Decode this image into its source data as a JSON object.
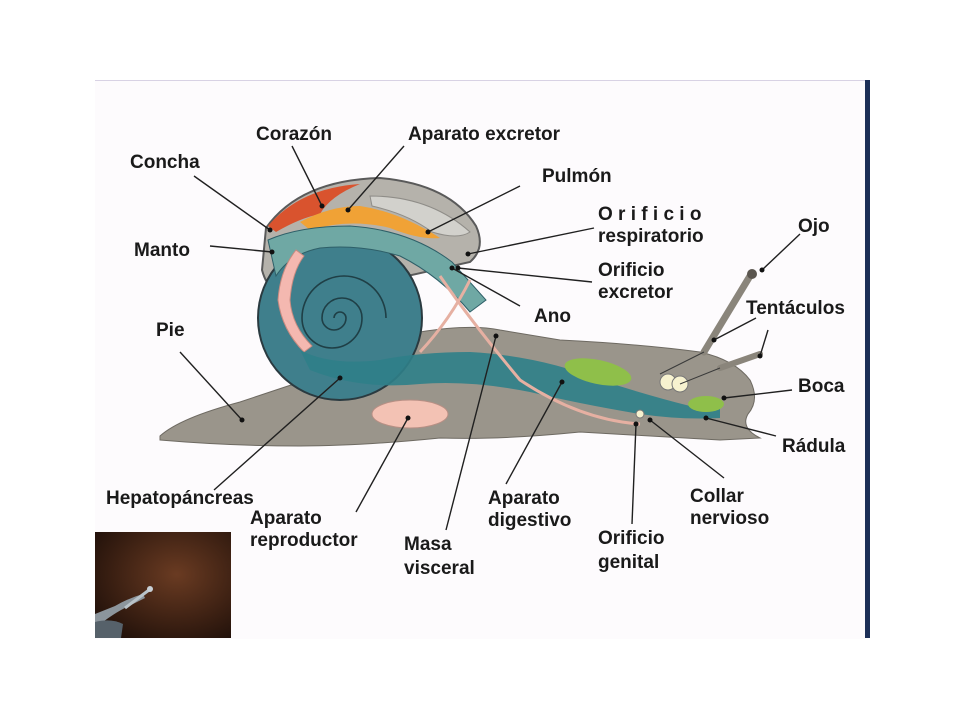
{
  "labels": {
    "corazon": "Corazón",
    "aparato_excretor": "Aparato excretor",
    "concha": "Concha",
    "pulmon": "Pulmón",
    "orificio_respiratorio_1": "O r i f i c i o",
    "orificio_respiratorio_2": "respiratorio",
    "ojo": "Ojo",
    "manto": "Manto",
    "orificio_excretor_1": "Orificio",
    "orificio_excretor_2": "excretor",
    "tentaculos": "Tentáculos",
    "ano": "Ano",
    "pie": "Pie",
    "boca": "Boca",
    "radula": "Rádula",
    "hepatopancreas": "Hepatopáncreas",
    "aparato_reproductor_1": "Aparato",
    "aparato_reproductor_2": "reproductor",
    "masa_visceral_1": "Masa",
    "masa_visceral_2": "visceral",
    "aparato_digestivo_1": "Aparato",
    "aparato_digestivo_2": "digestivo",
    "orificio_genital_1": "Orificio",
    "orificio_genital_2": "genital",
    "collar_nervioso_1": "Collar",
    "collar_nervioso_2": "nervioso"
  },
  "colors": {
    "body": "#9a958b",
    "shell_outline": "#5a5a5a",
    "heart": "#d9532e",
    "excretory": "#f0a236",
    "lung": "#c9c9c6",
    "spiral": "#3f7f8c",
    "mantle": "#6fa8a4",
    "intestine": "#2f7f88",
    "reproductive": "#f3c2b4",
    "hepatopancreas": "#f4b8b0",
    "gland_green": "#8fbf4a"
  }
}
